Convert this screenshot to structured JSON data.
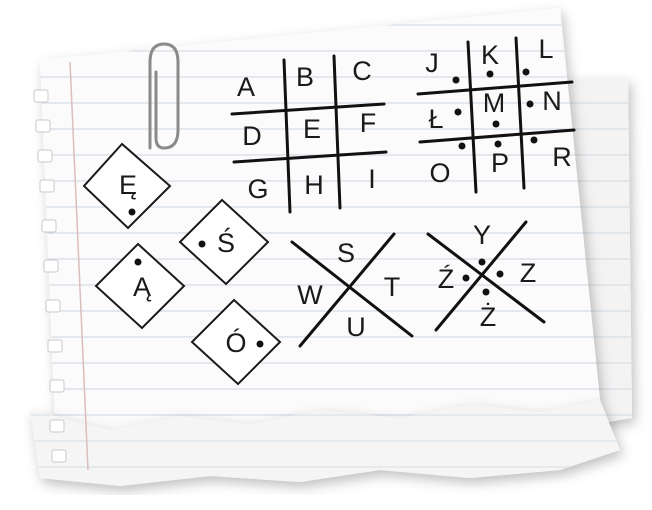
{
  "grid_plain": [
    "A",
    "B",
    "C",
    "D",
    "E",
    "F",
    "G",
    "H",
    "I"
  ],
  "grid_dotted": [
    "J",
    "K",
    "L",
    "Ł",
    "M",
    "N",
    "O",
    "P",
    "R"
  ],
  "x_plain": {
    "top": "S",
    "left": "W",
    "right": "T",
    "bottom": "U"
  },
  "x_dotted": {
    "top": "Y",
    "left": "Ź",
    "right": "Z",
    "bottom": "Ż"
  },
  "diamonds": {
    "e_ogonek": "Ę",
    "a_ogonek": "Ą",
    "s_acute": "Ś",
    "o_acute": "Ó"
  },
  "colors": {
    "ink": "#111111",
    "paper": "#f8f8f8",
    "line": "#b9c8d6",
    "margin": "#d8b6b6"
  }
}
